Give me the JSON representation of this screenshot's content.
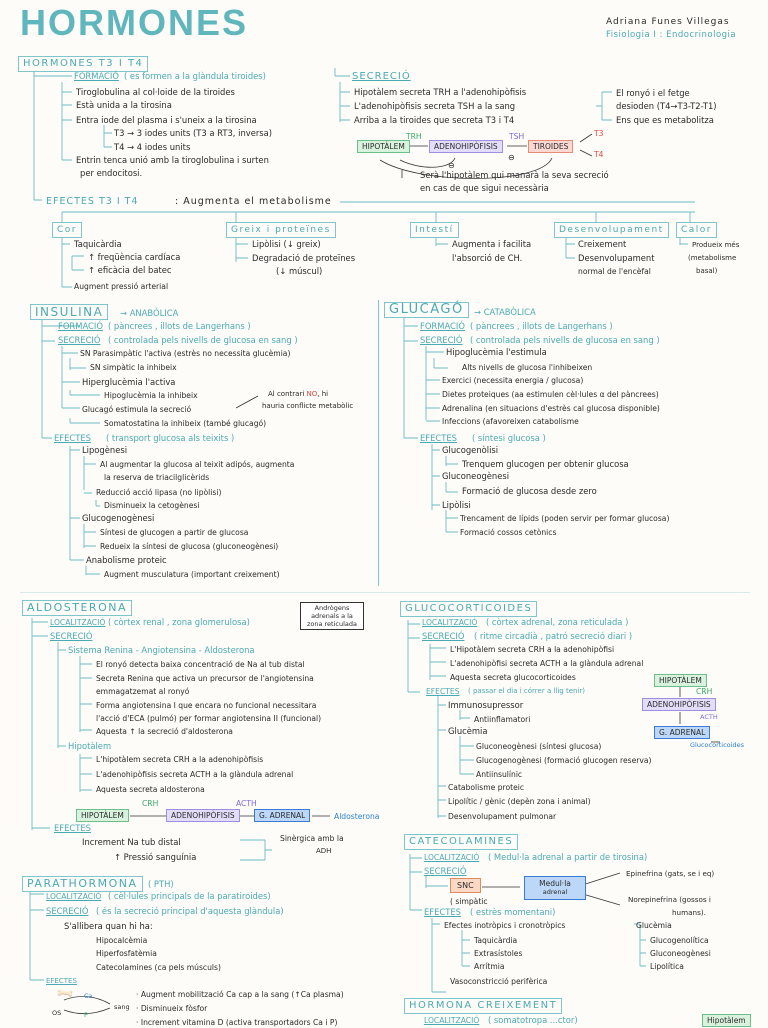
{
  "title": "HORMONES",
  "author": "Adriana Funes Villegas",
  "course": "Fisiologia I : Endocrinologia",
  "t3t4": {
    "header": "HORMONES T3 I T4",
    "formacio_label": "FORMACIÓ",
    "formacio_note": "( es formen a la glàndula tiroides)",
    "f1": "Tiroglobulina al col·loide de la tiroides",
    "f2": "Està unida a la tirosina",
    "f3": "Entra iode del plasma i s'uneix a la tirosina",
    "f4": "T3 → 3 iodes units (T3 a RT3, inversa)",
    "f5": "T4 → 4 iodes units",
    "f6": "Entrin tenca unió amb la tiroglobulina i surten",
    "f7": "per endocitosi.",
    "secrecio_label": "SECRECIÓ",
    "s1": "Hipotàlem secreta TRH a l'adenohipòfisis",
    "s2": "L'adenohipòfisis secreta TSH a la sang",
    "s3": "Arriba a la tiroides que secreta T3 i T4",
    "s4": "El ronyó i el fetge",
    "s5": "desioden (T4→T3-T2-T1)",
    "s6": "Ens que es metabolitza",
    "flow_trh": "TRH",
    "flow_tsh": "TSH",
    "flow_t3": "T3",
    "flow_t4": "T4",
    "flow_hip": "HIPOTÀLEM",
    "flow_adeno": "ADENOHIPÒFISIS",
    "flow_tir": "TIROIDES",
    "flow_note1": "Serà l'hipotàlem qui manarà la seva secreció",
    "flow_note2": "en cas de que sigui necessària",
    "efectes_label": "EFECTES T3 I T4",
    "efectes_text": ": Augmenta el metabolisme",
    "cor": "Cor",
    "cor1": "Taquicàrdia",
    "cor2": "↑ freqüència cardíaca",
    "cor3": "↑ eficàcia del batec",
    "cor4": "Augment pressió arterial",
    "greix": "Greix i proteïnes",
    "g1": "Lipòlisi (↓ greix)",
    "g2": "Degradació de proteïnes",
    "g3": "(↓ múscul)",
    "intesti": "Intestí",
    "i1": "Augmenta i facilita",
    "i2": "l'absorció de CH.",
    "desenv": "Desenvolupament",
    "d1": "Creixement",
    "d2": "Desenvolupament",
    "d3": "normal de l'encèfal",
    "calor": "Calor",
    "c1": "Produeix més",
    "c2": "(metabolisme",
    "c3": "basal)"
  },
  "insulina": {
    "header": "INSULINA",
    "tag": "ANABÒLICA",
    "formacio": "FORMACIÓ",
    "formacio_note": "( pàncrees , illots de Langerhans )",
    "secrecio": "SECRECIÓ",
    "secrecio_note": "( controlada pels nivells de glucosa en sang )",
    "l1": "SN Parasimpàtic l'activa (estrès no necessita glucèmia)",
    "l2": "SN simpàtic la inhibeix",
    "l3": "Hiperglucèmia l'activa",
    "l4": "Hipoglucèmia la inhibeix",
    "l5": "Glucagó estimula la secreció",
    "l6": "Somatostatina la inhibeix (també glucagó)",
    "side1": "Al contrari",
    "side_no": "NO",
    "side2": ", hi",
    "side3": "hauria conflicte metabòlic",
    "efectes": "EFECTES",
    "efectes_note": "( transport glucosa als teixits )",
    "lipo": "Lipogènesi",
    "e1": "Al augmentar la glucosa al teixit adipós, augmenta",
    "e2": "la reserva de triacilglicèrids",
    "e3": "Reducció acció lipasa (no lipòlisi)",
    "e4": "Disminueix la cetogènesi",
    "glucog": "Glucogenogènesi",
    "e5": "Síntesi de glucogen a partir de glucosa",
    "e6": "Redueix la síntesi de glucosa (gluconeogènesi)",
    "anab": "Anabolisme proteic",
    "e7": "Augment musculatura (important creixement)"
  },
  "glucago": {
    "header": "GLUCAGÓ",
    "tag": "CATABÒLICA",
    "formacio": "FORMACIÓ",
    "formacio_note": "( pàncrees , illots de Langerhans )",
    "secrecio": "SECRECIÓ",
    "secrecio_note": "( controlada pels nivells de glucosa en sang )",
    "l1": "Hipoglucèmia l'estimula",
    "l2": "Alts nivells de glucosa l'inhibeixen",
    "l3": "Exercici (necessita energia / glucosa)",
    "l4": "Dietes proteiques (aa estimulen cèl·lules α del pàncrees)",
    "l5": "Adrenalina (en situacions d'estrès cal glucosa disponible)",
    "l6": "Infeccions (afavoreixen catabolisme",
    "efectes": "EFECTES",
    "efectes_note": "( síntesi glucosa )",
    "glucogenolisi": "Glucogenòlisi",
    "e1": "Trenquem glucogen per obtenir glucosa",
    "gluconeo": "Gluconeogènesi",
    "e2": "Formació de glucosa desde zero",
    "lipolisi": "Lipòlisi",
    "e3": "Trencament de lípids (poden servir per formar glucosa)",
    "e4": "Formació cossos cetònics"
  },
  "aldosterona": {
    "header": "ALDOSTERONA",
    "note": "Andrògens adrenals a la zona reticulada",
    "localitzacio": "LOCALITZACIÓ",
    "loc_note": "( còrtex renal , zona glomerulosa)",
    "secrecio": "SECRECIÓ",
    "sist": "Sistema Renina - Angiotensina - Aldosterona",
    "a1": "El ronyó detecta baixa concentració de Na al tub distal",
    "a2": "Secreta Renina que activa un precursor de l'angiotensina",
    "a3": "emmagatzemat al ronyó",
    "a4": "Forma angiotensina I que encara no funcional necessitara",
    "a5": "l'acció d'ECA (pulmó) per formar angiotensina II (funcional)",
    "a6": "Aquesta ↑ la secreció d'aldosterona",
    "hipo": "Hipotàlem",
    "h1": "L'hipotàlem secreta CRH a la adenohipòfisis",
    "h2": "L'adenohipòfisis secreta ACTH a la glàndula adrenal",
    "h3": "Aquesta secreta aldosterona",
    "crh": "CRH",
    "acth": "ACTH",
    "hip": "HIPOTÀLEM",
    "adeno": "ADENOHIPÒFISIS",
    "adr": "G. ADRENAL",
    "out": "Aldosterona",
    "efectes": "EFECTES",
    "ef1": "Increment Na tub distal",
    "ef2": "↑ Pressió sanguínia",
    "ef3": "Sinèrgica amb la",
    "ef4": "ADH"
  },
  "gluco": {
    "header": "GLUCOCORTICOIDES",
    "localitzacio": "LOCALITZACIÓ",
    "loc_note": "( còrtex adrenal, zona reticulada )",
    "secrecio": "SECRECIÓ",
    "sec_note": "( ritme circadià , patró secreció diari )",
    "s1": "L'Hipotàlem secreta CRH a la adenohipòfisi",
    "s2": "L'adenohipòfisi secreta ACTH a la glàndula adrenal",
    "s3": "Aquesta secreta glucocorticoides",
    "efectes": "EFECTES",
    "ef_note": "( passar el dia i córrer a llig tenir)",
    "e1": "Immunosupressor",
    "e2": "Antiinflamatori",
    "e3": "Glucèmia",
    "e4": "Gluconeogènesi (síntesi glucosa)",
    "e5": "Glucogenogènesi (formació glucogen reserva)",
    "e6": "Antiinsulínic",
    "e7": "Catabolisme proteic",
    "e8": "Lipolític / gènic (depèn zona i animal)",
    "e9": "Desenvolupament pulmonar",
    "hip": "HIPOTÀLEM",
    "crh": "CRH",
    "adeno": "ADENOHIPÒFISIS",
    "acth": "ACTH",
    "adr": "G. ADRENAL",
    "out": "Glucocorticoides"
  },
  "catec": {
    "header": "CATECOLAMINES",
    "localitzacio": "LOCALITZACIÓ",
    "loc_note": "( Medul·la adrenal a partir de tirosina)",
    "secrecio": "SECRECIÓ",
    "snc": "SNC",
    "simp": "( simpàtic",
    "med1": "Medul·la",
    "med2": "adrenal",
    "epi": "Epinefrina (gats, se i eq)",
    "nor1": "Norepinefrina (gossos i",
    "nor2": "humans).",
    "efectes": "EFECTES",
    "ef_note": "( estrès momentani)",
    "c1": "Efectes inotròpics i cronotròpics",
    "c2": "Taquicàrdia",
    "c3": "Extrasístoles",
    "c4": "Arrítmia",
    "c5": "Vasoconstricció perifèrica",
    "g1": "Glucèmia",
    "g2": "Glucogenolítica",
    "g3": "Gluconeogènesi",
    "g4": "Lipolítica"
  },
  "pth": {
    "header": "PARATHORMONA",
    "tag": "( PTH)",
    "localitzacio": "LOCALITZACIÓ",
    "loc_note": "( cèl·lules principals de la paratiroides)",
    "secrecio": "SECRECIÓ",
    "sec_note": "( és la secreció principal d'aquesta glàndula)",
    "p1": "S'allibera quan hi ha:",
    "p2": "Hipocalcèmia",
    "p3": "Hiperfosfatèmia",
    "p4": "Catecolamines (ca pels músculs)",
    "efectes": "EFECTES",
    "ca": "Ca",
    "p": "P",
    "os": "OS",
    "sang": "sang",
    "e1": "Augment mobilització Ca cap a la sang (↑Ca plasma)",
    "e2": "Disminueix fòsfor",
    "e3": "Increment vitamina D (activa transportadors Ca i P)"
  },
  "creix": {
    "header": "HORMONA CREIXEMENT",
    "localitzacio": "LOCALITZACIÓ",
    "loc_note": "( somatotropa ...ctor)",
    "box": "Hipotàlem"
  }
}
